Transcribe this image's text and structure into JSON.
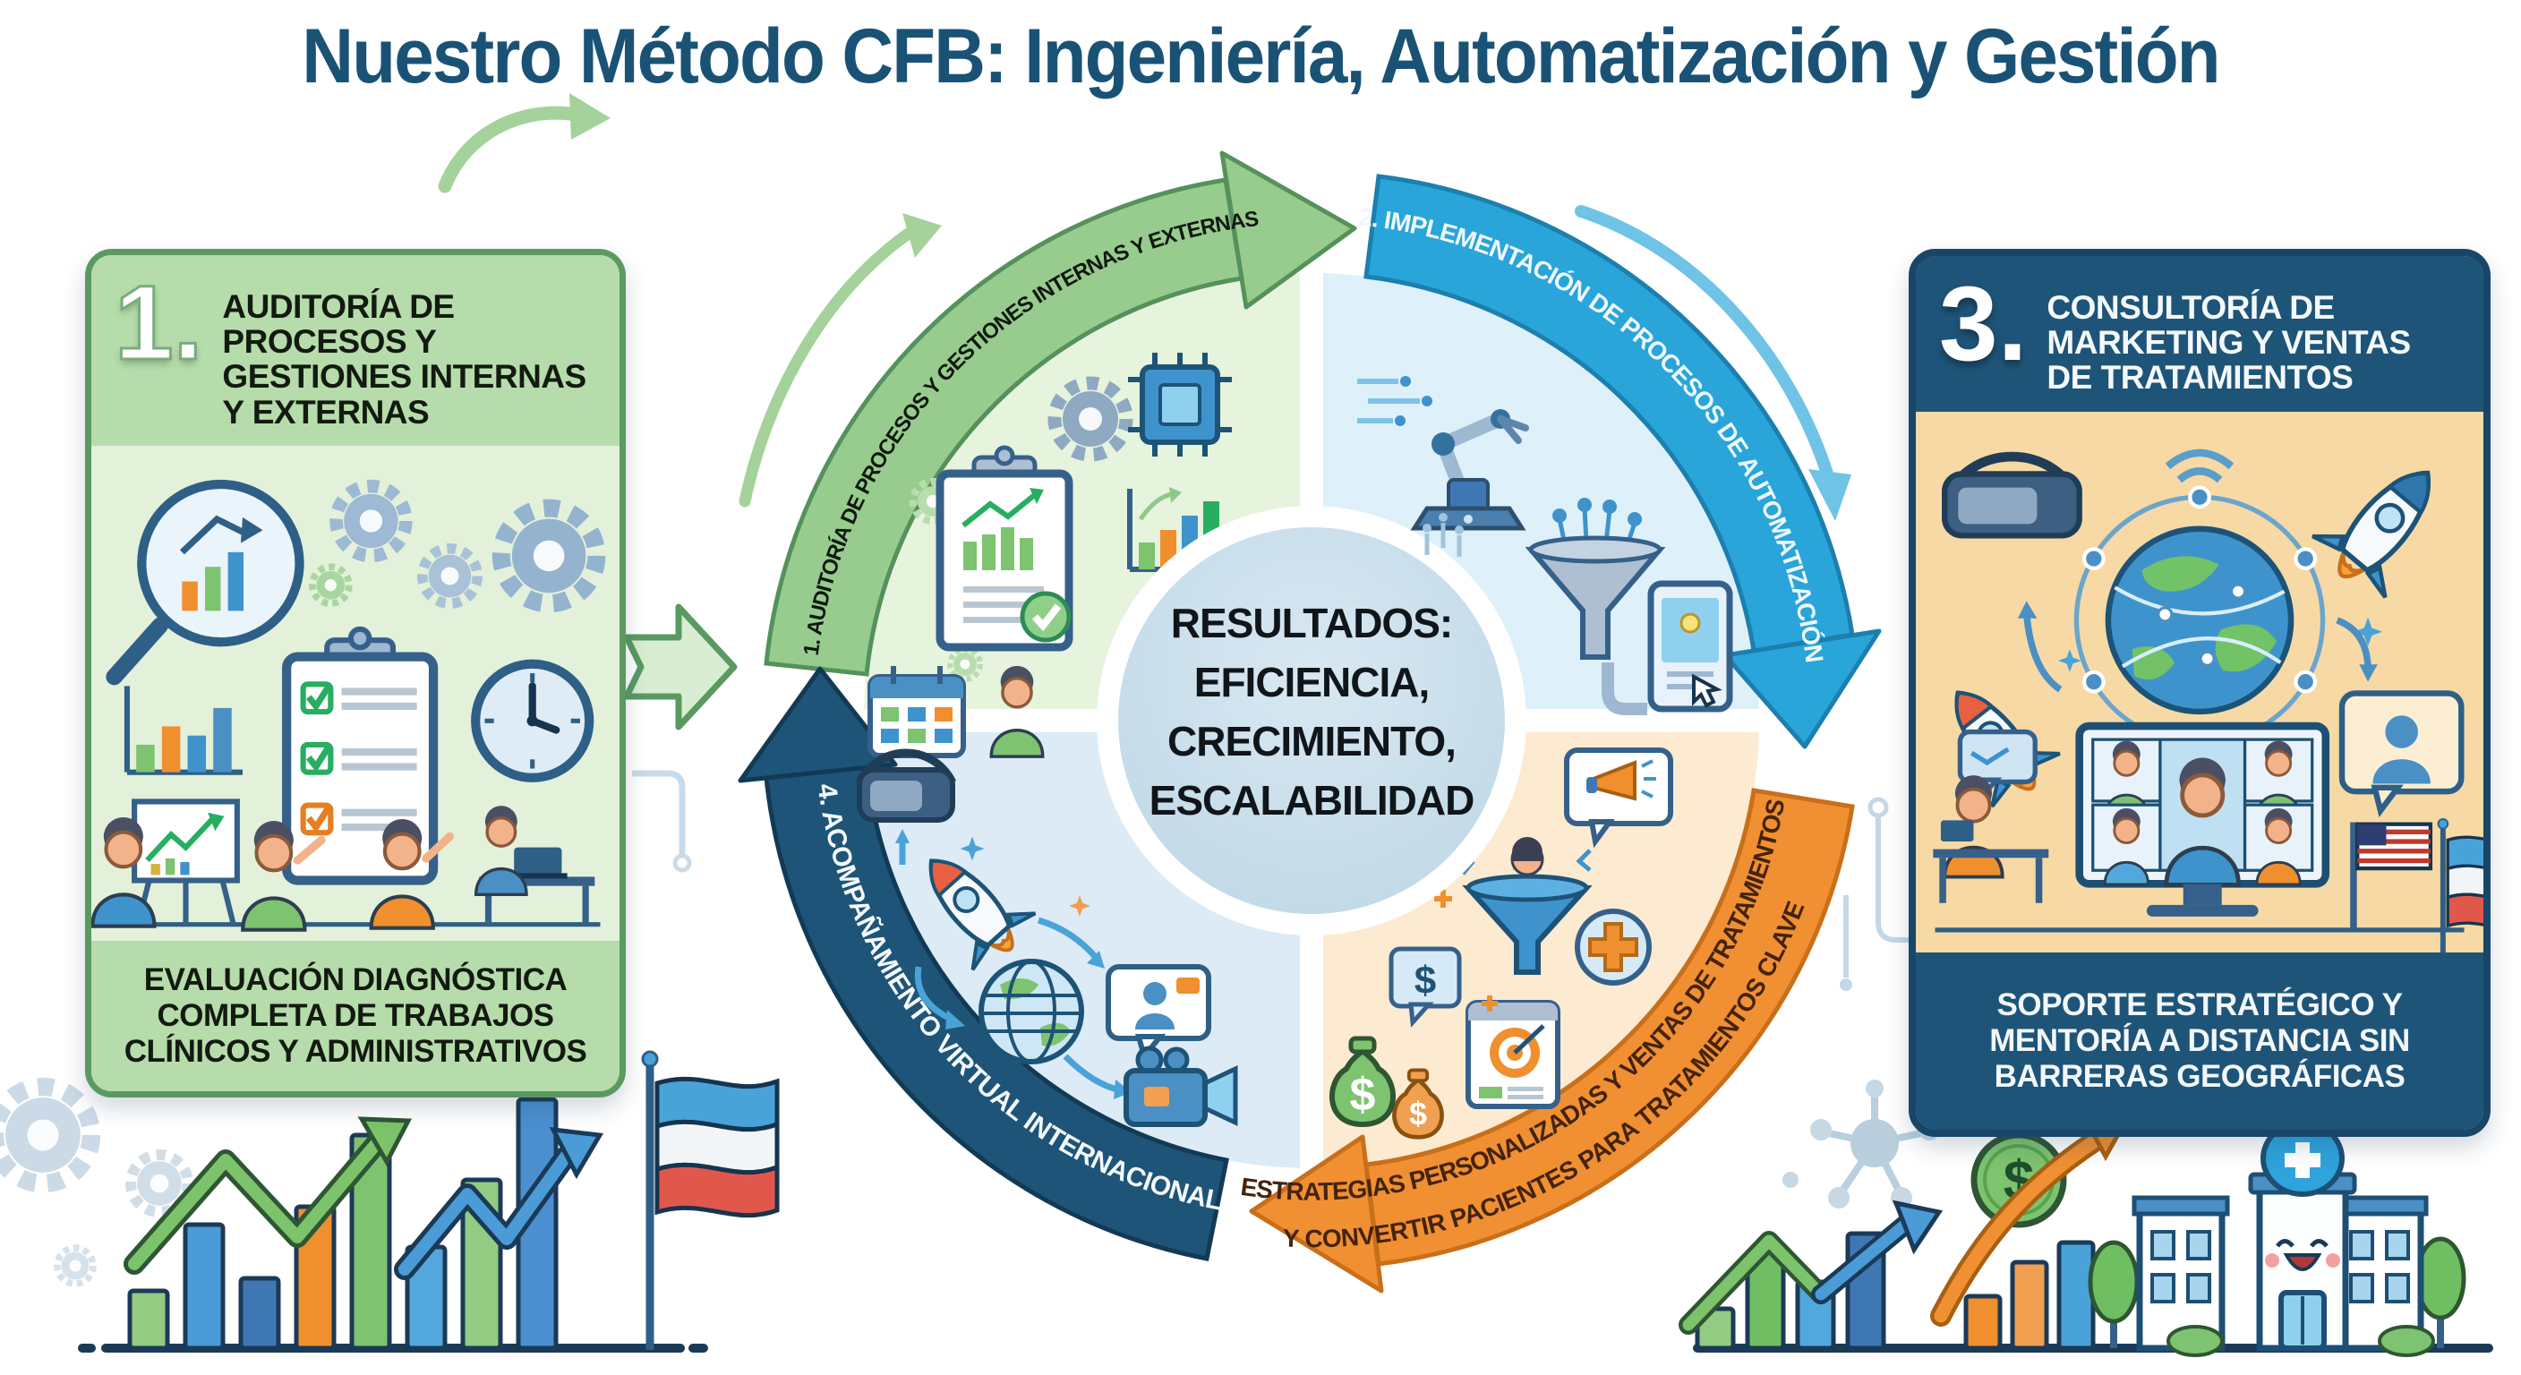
{
  "title": "Nuestro Método CFB: Ingeniería, Automatización y Gestión",
  "left_panel": {
    "number": "1.",
    "title": "AUDITORÍA DE PROCESOS Y GESTIONES INTERNAS Y EXTERNAS",
    "caption": "EVALUACIÓN DIAGNÓSTICA COMPLETA DE TRABAJOS CLÍNICOS Y ADMINISTRATIVOS",
    "icons": [
      "magnifier-chart-icon",
      "gears-icon",
      "bar-chart-icon",
      "clipboard-checklist-icon",
      "clock-icon",
      "flipchart-presentation-icon",
      "team-people-icon",
      "laptop-desk-icon"
    ]
  },
  "right_panel": {
    "number": "3.",
    "title": "CONSULTORÍA DE MARKETING Y VENTAS DE TRATAMIENTOS",
    "caption": "SOPORTE ESTRATÉGICO Y MENTORÍA A DISTANCIA SIN BARRERAS GEOGRÁFICAS",
    "icons": [
      "vr-headset-icon",
      "wifi-icon",
      "globe-network-icon",
      "rocket-icon",
      "video-call-monitor-icon",
      "chat-person-icon",
      "desk-worker-icon",
      "usa-flag-icon",
      "tricolor-flag-icon"
    ]
  },
  "cycle": {
    "center": {
      "lines": [
        "RESULTADOS:",
        "EFICIENCIA,",
        "CRECIMIENTO,",
        "ESCALABILIDAD"
      ]
    },
    "quadrants": [
      {
        "id": "q1",
        "label": "1. AUDITORÍA DE PROCESOS Y GESTIONES INTERNAS Y EXTERNAS",
        "band_color": "#98cc8e",
        "fill_color": "#e6f3dd",
        "label_color": "#101810",
        "icons": [
          "gear-icon",
          "chip-icon",
          "clipboard-check-icon",
          "bar-chart-icon",
          "calendar-icon",
          "person-icon"
        ]
      },
      {
        "id": "q2",
        "label": "2. IMPLEMENTACIÓN DE PROCESOS DE AUTOMATIZACIÓN",
        "band_color": "#29a5da",
        "fill_color": "#def0f9",
        "label_color": "#eef8fd",
        "icons": [
          "robot-arm-icon",
          "funnel-nodes-icon",
          "pipes-icon",
          "phone-cursor-icon"
        ]
      },
      {
        "id": "q3",
        "lines": [
          "ESTRATEGIAS PERSONALIZADAS Y VENTAS DE TRATAMIENTOS",
          "Y CONVERTIR PACIENTES PARA TRATAMIENTOS CLAVE"
        ],
        "band_color": "#f09033",
        "fill_color": "#fcead1",
        "label_color": "#45230b",
        "icons": [
          "megaphone-bubble-icon",
          "patient-funnel-icon",
          "medical-plus-icon",
          "dollar-bubble-icon",
          "target-browser-icon",
          "money-bags-icon"
        ]
      },
      {
        "id": "q4",
        "label": "4. ACOMPAÑAMIENTO VIRTUAL INTERNACIONAL",
        "band_color": "#1e5478",
        "fill_color": "#dcebf6",
        "label_color": "#f4f9fc",
        "icons": [
          "vr-headset-icon",
          "rocket-icon",
          "globe-icon",
          "video-chat-icon",
          "video-camera-icon"
        ]
      }
    ]
  },
  "symbols": {
    "dollar": "$"
  },
  "palette": {
    "title": "#1a5276",
    "band_green": "#98cc8e",
    "band_blue": "#29a5da",
    "band_orange": "#f09033",
    "band_navy": "#1e5478",
    "fill_green": "#e6f3dd",
    "fill_blue": "#def0f9",
    "fill_orange": "#fcead1",
    "fill_navy": "#dcebf6",
    "center_circle": "#c9deeb",
    "left_panel_bg": "#e3f1da",
    "left_panel_band": "#b6dcab",
    "left_panel_border": "#5a9a61",
    "right_panel_body": "#f7d9a5",
    "right_panel_band": "#1e5478",
    "right_panel_border": "#174669",
    "flag_stripes": [
      "#4aa3d8",
      "#f2f5f7",
      "#e2574c"
    ]
  },
  "decorations": [
    "growth-bar-chart-left",
    "growth-bar-chart-right",
    "dollar-coin",
    "hospital-building",
    "trees",
    "molecule",
    "gears-corner",
    "circuit-traces",
    "flag"
  ]
}
